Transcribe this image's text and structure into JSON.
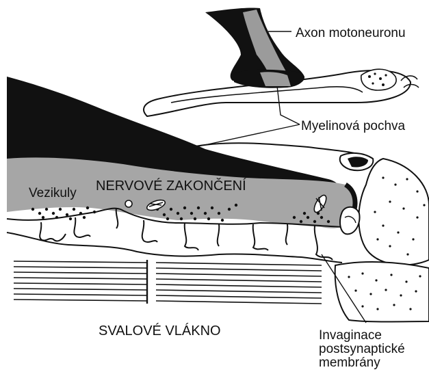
{
  "labels": {
    "axon": "Axon motoneuronu",
    "myelin": "Myelinová pochva",
    "vesicles": "Vezikuly",
    "terminal": "NERVOVÉ ZAKONČENÍ",
    "muscle": "SVALOVÉ VLÁKNO",
    "invagination_line1": "Invaginace",
    "invagination_line2": "postsynaptické",
    "invagination_line3": "membrány"
  },
  "colors": {
    "myelin": "#111111",
    "axon_gray": "#9b9b9b",
    "terminal_gray": "#a6a6a6",
    "line": "#111111",
    "background": "#ffffff"
  }
}
